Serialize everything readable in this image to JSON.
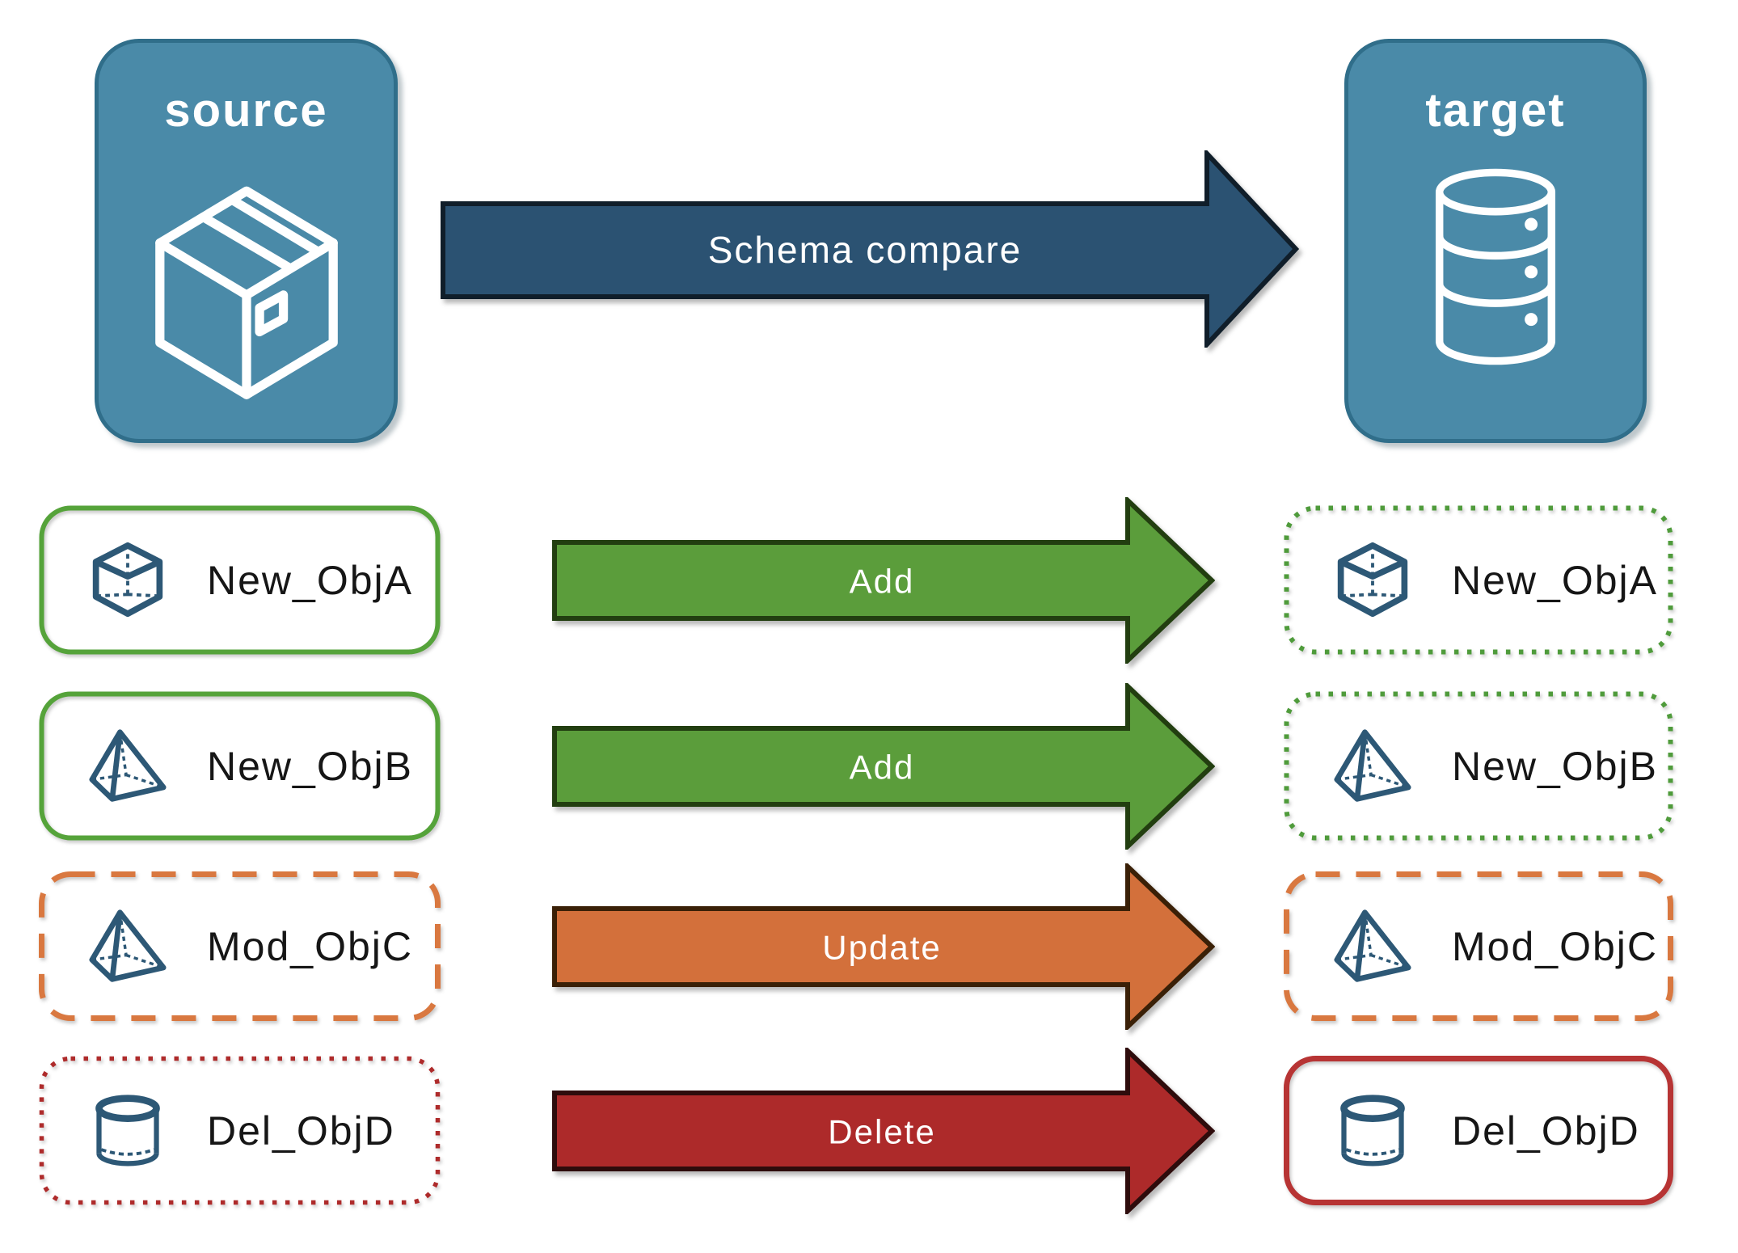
{
  "header": {
    "source": {
      "label": "source",
      "icon": "package-icon"
    },
    "target": {
      "label": "target",
      "icon": "database-icon"
    },
    "compare_arrow": {
      "label": "Schema compare",
      "fill": "#2B5272",
      "outline": "#101E2A"
    }
  },
  "palette": {
    "node_fill": "#4A8AA8",
    "node_border": "#306E8A",
    "icon_blue": "#2D5876",
    "icon_white": "#FFFFFF",
    "label_text": "#161616"
  },
  "rows": [
    {
      "left": {
        "label": "New_ObjA",
        "icon": "cube-icon",
        "border_color": "#55A33A",
        "border_style": "solid"
      },
      "arrow": {
        "label": "Add",
        "fill": "#5B9D3B",
        "outline": "#223E10"
      },
      "right": {
        "label": "New_ObjA",
        "icon": "cube-icon",
        "border_color": "#4F9B3B",
        "border_style": "dotted"
      }
    },
    {
      "left": {
        "label": "New_ObjB",
        "icon": "pyramid-icon",
        "border_color": "#55A33A",
        "border_style": "solid"
      },
      "arrow": {
        "label": "Add",
        "fill": "#5B9D3B",
        "outline": "#223E10"
      },
      "right": {
        "label": "New_ObjB",
        "icon": "pyramid-icon",
        "border_color": "#4F9B3B",
        "border_style": "dotted"
      }
    },
    {
      "left": {
        "label": "Mod_ObjC",
        "icon": "pyramid-icon",
        "border_color": "#D97840",
        "border_style": "dashed"
      },
      "arrow": {
        "label": "Update",
        "fill": "#D3703B",
        "outline": "#3A2007"
      },
      "right": {
        "label": "Mod_ObjC",
        "icon": "pyramid-icon",
        "border_color": "#D97840",
        "border_style": "dashed"
      }
    },
    {
      "left": {
        "label": "Del_ObjD",
        "icon": "cylinder-icon",
        "border_color": "#AE2B2B",
        "border_style": "dotted"
      },
      "arrow": {
        "label": "Delete",
        "fill": "#AD2A2A",
        "outline": "#2E0C0C"
      },
      "right": {
        "label": "Del_ObjD",
        "icon": "cylinder-icon",
        "border_color": "#B73434",
        "border_style": "solid"
      }
    }
  ]
}
